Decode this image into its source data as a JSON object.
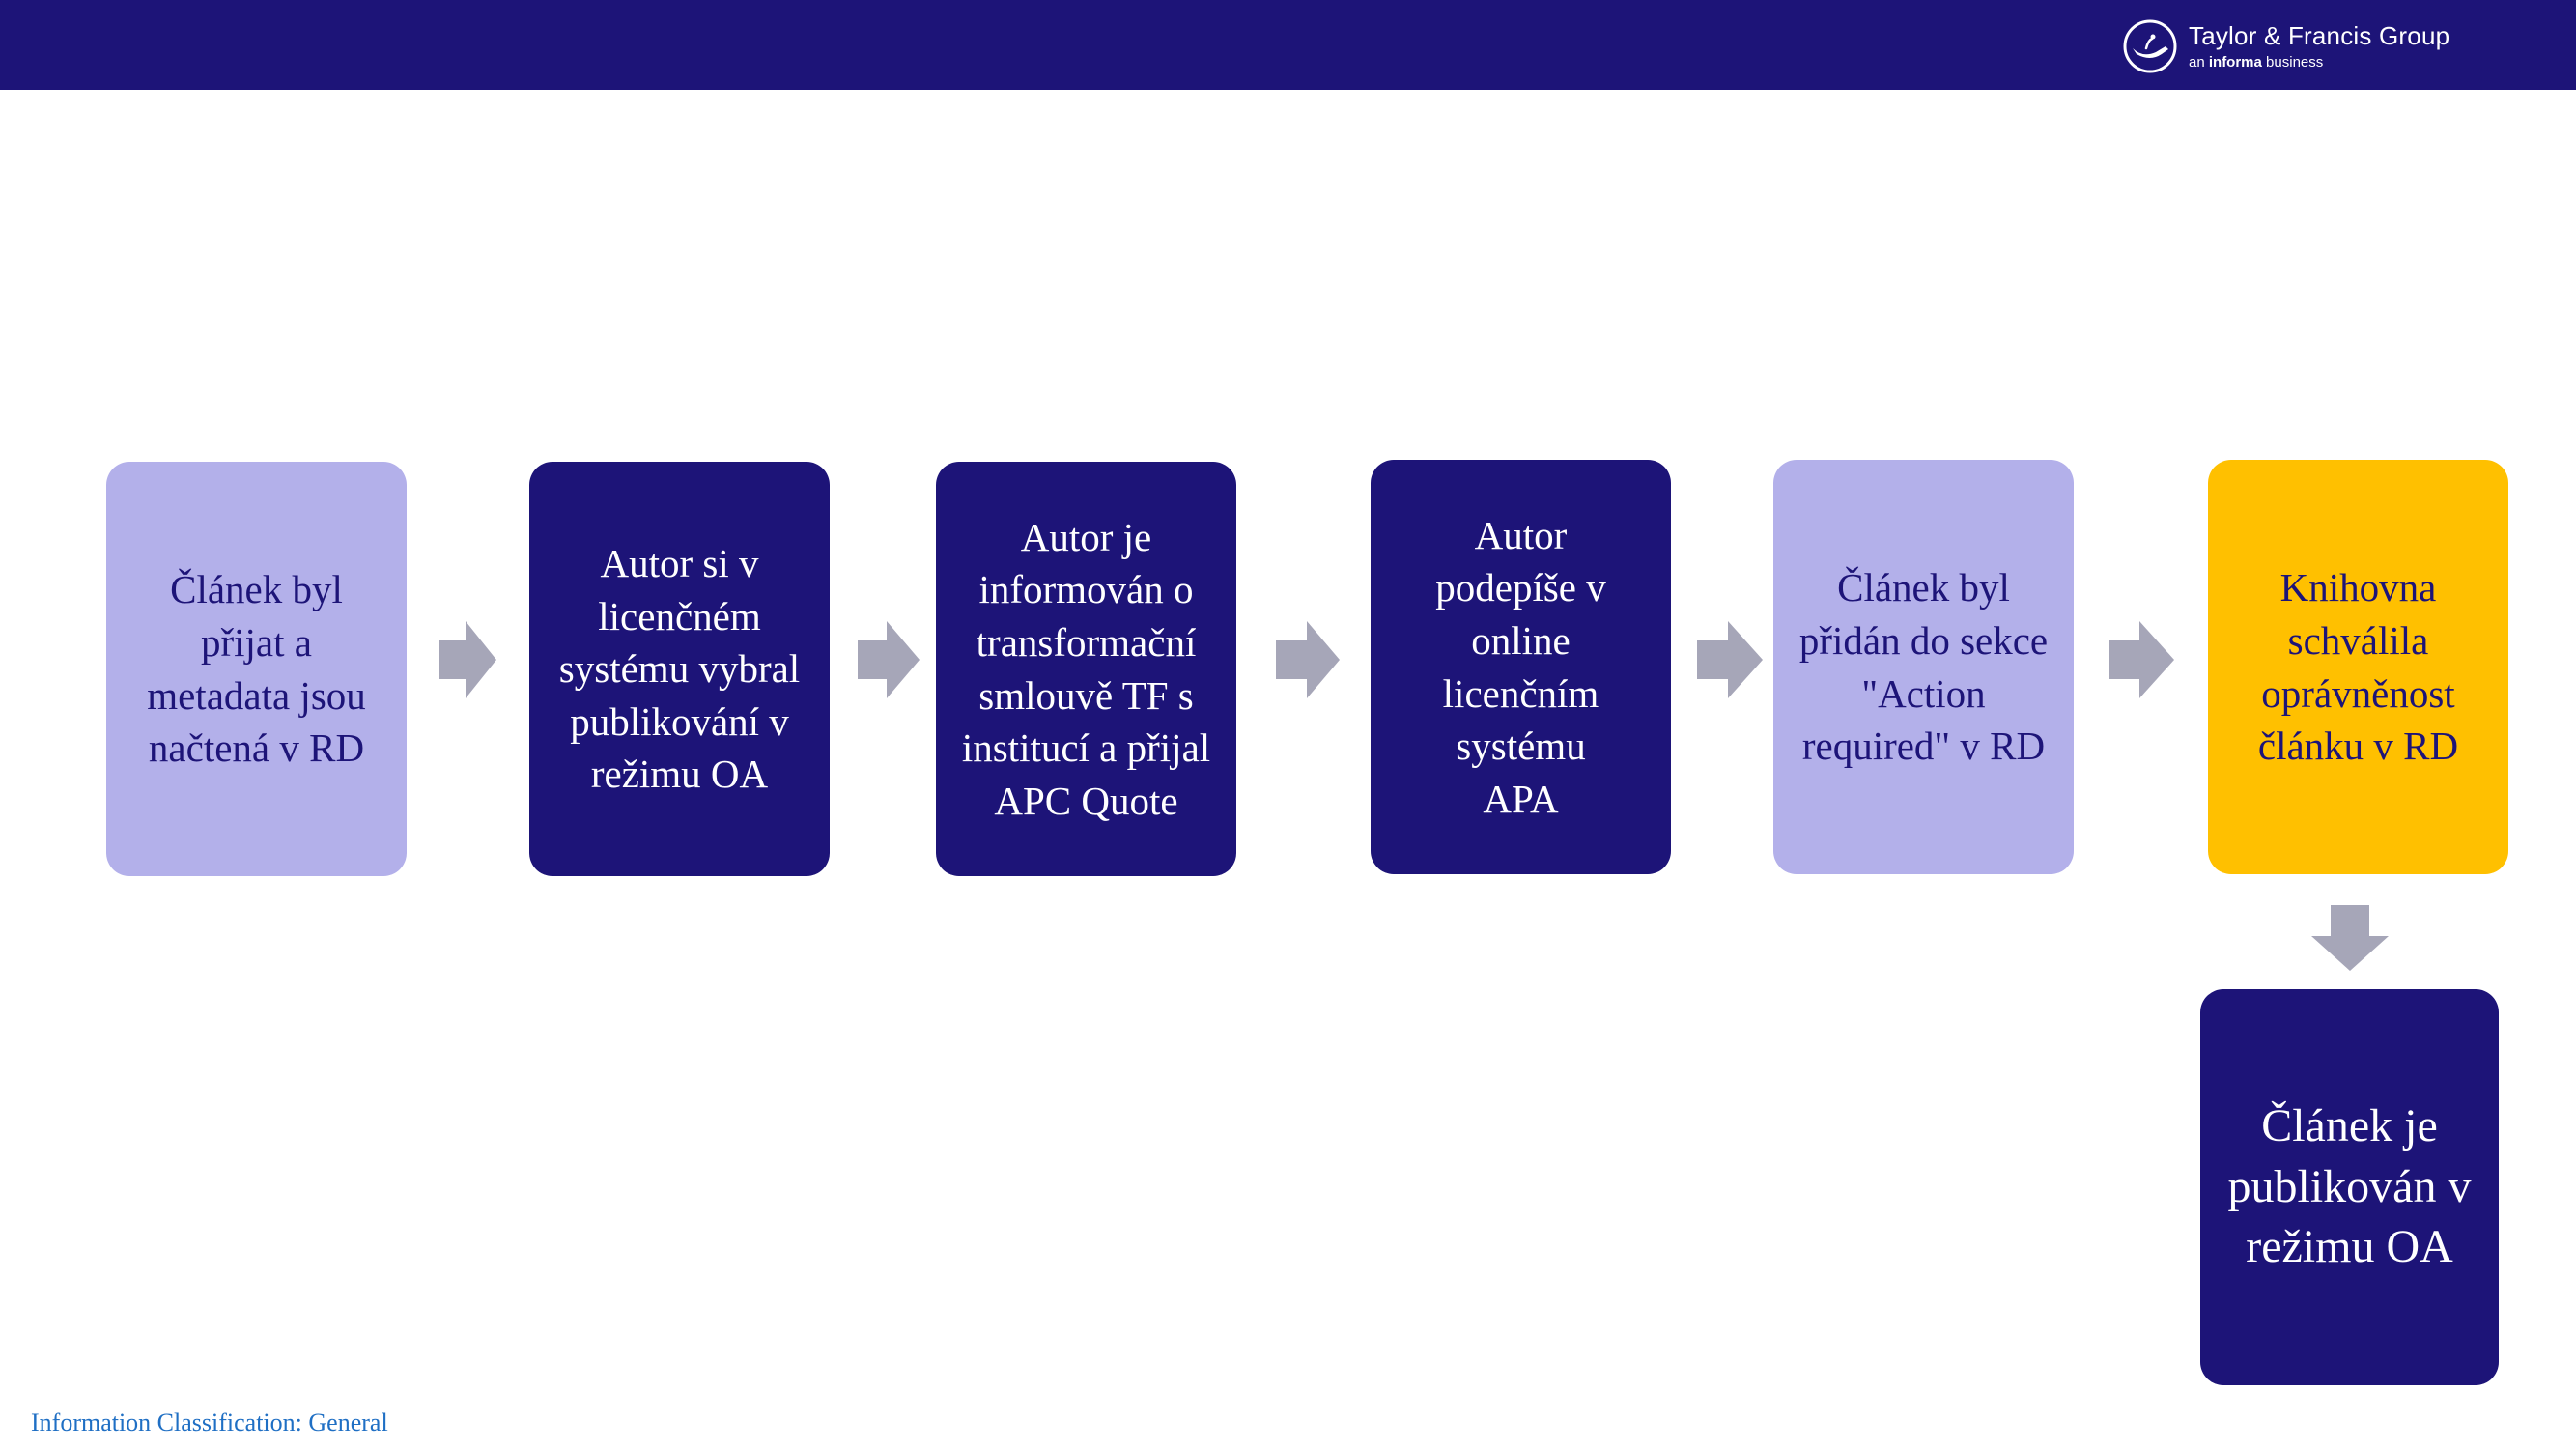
{
  "header": {
    "brand_name": "Taylor & Francis Group",
    "brand_sub_prefix": "an",
    "brand_sub_bold": "informa",
    "brand_sub_suffix": "business"
  },
  "colors": {
    "header_bar": "#1d1478",
    "step_light": "#b3b0ea",
    "step_dark": "#1d1478",
    "step_highlight": "#ffc000",
    "arrow": "#a6a6b8",
    "footer_text": "#1f6fc4"
  },
  "steps": [
    {
      "label": "Článek byl přijat a metadata  jsou načtená v RD"
    },
    {
      "label": "Autor si v licenčném systému vybral publikování v režimu OA"
    },
    {
      "label": "Autor je informován o transformační smlouvě TF s institucí a přijal APC Quote"
    },
    {
      "label": "Autor podepíše v online licenčním systému APA"
    },
    {
      "label": "Článek byl přidán do sekce \"Action required\" v RD"
    },
    {
      "label": "Knihovna schválila oprávněnost článku v RD"
    },
    {
      "label": "Článek je publikován v režimu OA"
    }
  ],
  "footer": {
    "classification": "Information Classification: General"
  }
}
